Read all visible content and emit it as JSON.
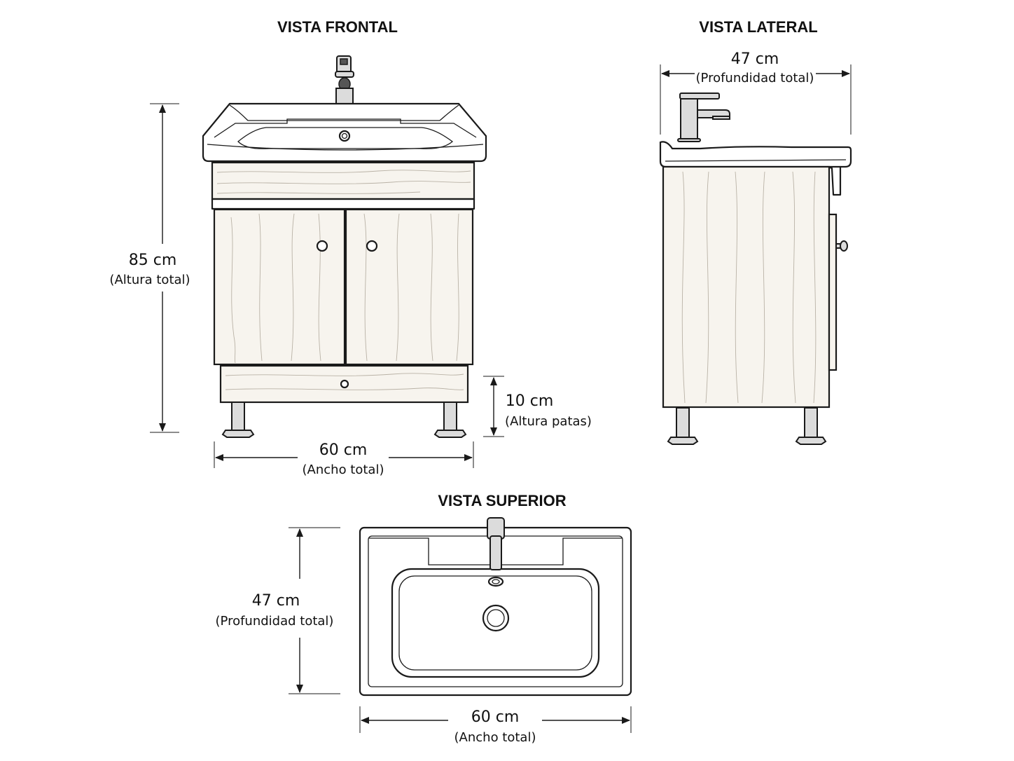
{
  "views": {
    "front": {
      "title": "VISTA FRONTAL",
      "height": {
        "value": "85 cm",
        "note": "(Altura total)"
      },
      "legs": {
        "value": "10 cm",
        "note": "(Altura patas)"
      },
      "width": {
        "value": "60 cm",
        "note": "(Ancho total)"
      }
    },
    "side": {
      "title": "VISTA LATERAL",
      "depth": {
        "value": "47 cm",
        "note": "(Profundidad total)"
      }
    },
    "top": {
      "title": "VISTA SUPERIOR",
      "depth": {
        "value": "47 cm",
        "note": "(Profundidad total)"
      },
      "width": {
        "value": "60 cm",
        "note": "(Ancho total)"
      }
    }
  },
  "colors": {
    "line": "#1a1a1a",
    "wood": "#f7f4ee",
    "grain": "#b9b2a6",
    "metal": "#dcdcdc"
  }
}
